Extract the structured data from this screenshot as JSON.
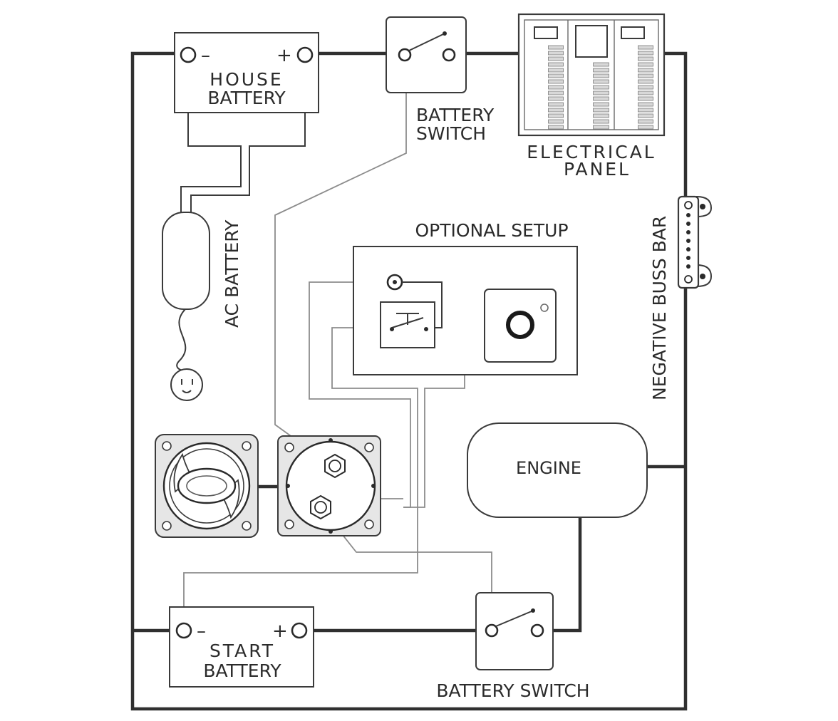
{
  "labels": {
    "house_battery_line1": "HOUSE",
    "house_battery_line2": "BATTERY",
    "house_minus": "–",
    "house_plus": "+",
    "top_switch_line1": "BATTERY",
    "top_switch_line2": "SWITCH",
    "panel_line1": "ELECTRICAL",
    "panel_line2": "PANEL",
    "ac_battery": "AC BATTERY",
    "optional_setup": "OPTIONAL SETUP",
    "negative_buss_bar": "NEGATIVE BUSS BAR",
    "engine": "ENGINE",
    "start_battery_line1": "START",
    "start_battery_line2": "BATTERY",
    "start_minus": "–",
    "start_plus": "+",
    "bottom_switch": "BATTERY SWITCH"
  },
  "colors": {
    "wire": "#303030",
    "signal_wire": "#8c8c8c",
    "device_gray": "#e6e6e6"
  }
}
